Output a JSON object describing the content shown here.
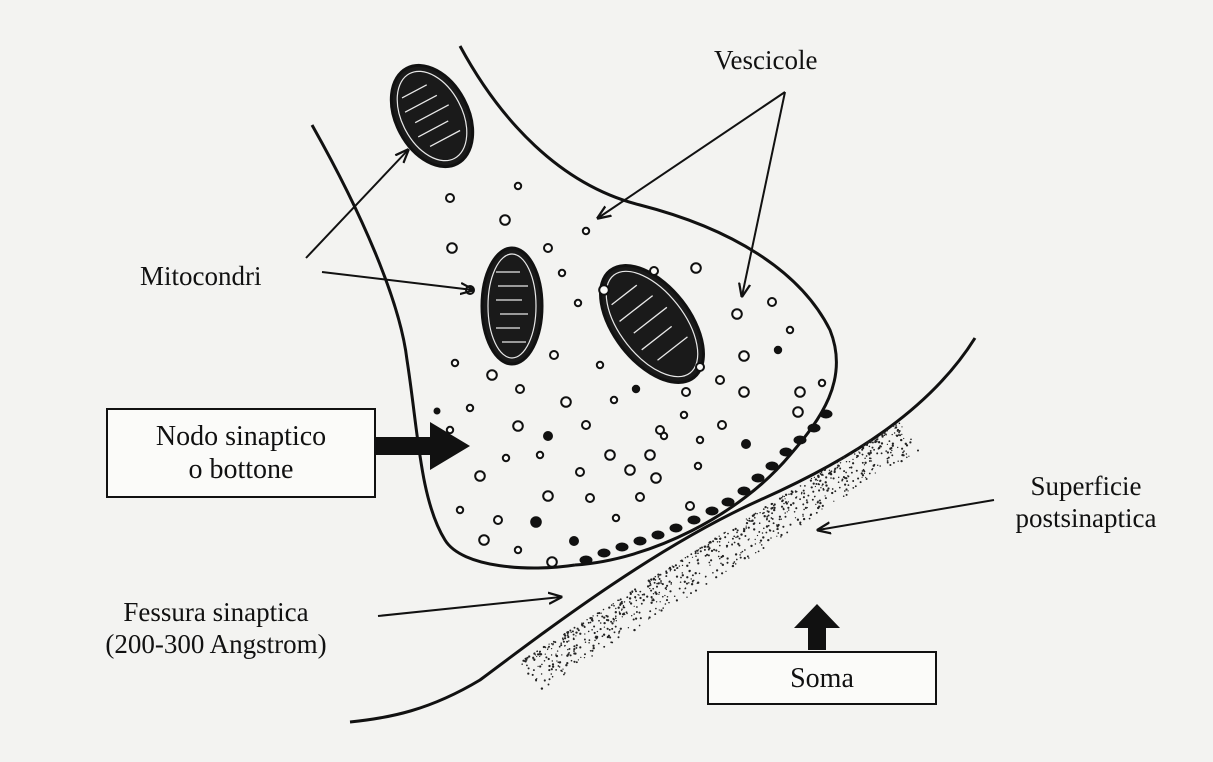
{
  "labels": {
    "vescicole": "Vescicole",
    "mitocondri": "Mitocondri",
    "nodo_line1": "Nodo sinaptico",
    "nodo_line2": "o bottone",
    "superficie_line1": "Superficie",
    "superficie_line2": "postsinaptica",
    "fessura_line1": "Fessura sinaptica",
    "fessura_line2": "(200-300 Angstrom)",
    "soma": "Soma"
  },
  "colors": {
    "ink": "#111111",
    "paper": "#f3f3f1",
    "show_through": "#e6e6e3"
  }
}
